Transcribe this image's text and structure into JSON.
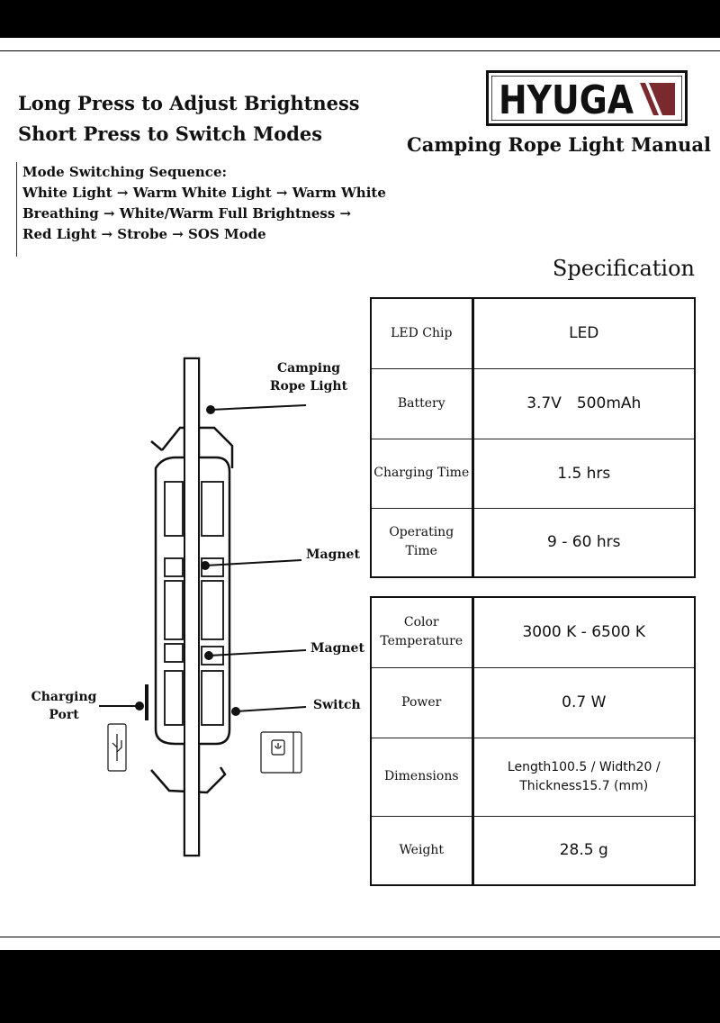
{
  "header": {
    "line1": "Long Press to Adjust Brightness",
    "line2": "Short Press to Switch Modes",
    "logo_text": "HYUGA",
    "title": "Camping Rope Light Manual"
  },
  "sequence": {
    "heading": "Mode Switching Sequence:",
    "lines": [
      "White Light → Warm White Light → Warm White",
      "Breathing → White/Warm Full Brightness →",
      "Red Light → Strobe → SOS Mode"
    ]
  },
  "spec_title": "Specification",
  "table1": [
    {
      "k": "LED Chip",
      "v": "LED"
    },
    {
      "k": "Battery",
      "v": "3.7V 500mAh"
    },
    {
      "k": "Charging Time",
      "v": "1.5 hrs"
    },
    {
      "k": "Operating Time",
      "v": "9 - 60 hrs"
    }
  ],
  "table2": [
    {
      "k": "Color Temperature",
      "v": "3000 K - 6500 K"
    },
    {
      "k": "Power",
      "v": "0.7 W"
    },
    {
      "k": "Dimensions",
      "v": "Length100.5 / Width20 / Thickness15.7 (mm)"
    },
    {
      "k": "Weight",
      "v": "28.5 g"
    }
  ],
  "diagram": {
    "rope": "Camping Rope Light",
    "magnet1": "Magnet",
    "magnet2": "Magnet",
    "switch": "Switch",
    "port": "Charging Port"
  },
  "colors": {
    "logo_red": "#7a2a2e"
  }
}
